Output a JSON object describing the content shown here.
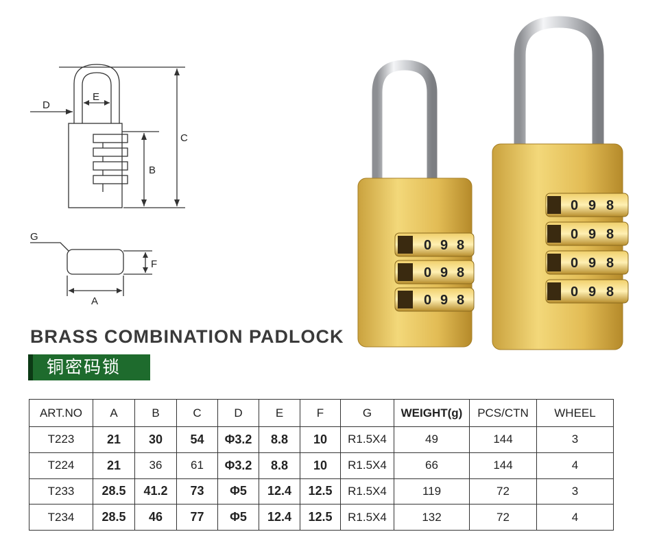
{
  "diagram": {
    "labels": {
      "A": "A",
      "B": "B",
      "C": "C",
      "D": "D",
      "E": "E",
      "F": "F",
      "G": "G"
    }
  },
  "title_en": "BRASS COMBINATION PADLOCK",
  "title_cn": "铜密码锁",
  "product": {
    "wheel_digits": [
      "0",
      "9",
      "8"
    ]
  },
  "table": {
    "headers": [
      "ART.NO",
      "A",
      "B",
      "C",
      "D",
      "E",
      "F",
      "G",
      "WEIGHT(g)",
      "PCS/CTN",
      "WHEEL"
    ],
    "rows": [
      [
        "T223",
        "21",
        "30",
        "54",
        "Φ3.2",
        "8.8",
        "10",
        "R1.5X4",
        "49",
        "144",
        "3"
      ],
      [
        "T224",
        "21",
        "36",
        "61",
        "Φ3.2",
        "8.8",
        "10",
        "R1.5X4",
        "66",
        "144",
        "4"
      ],
      [
        "T233",
        "28.5",
        "41.2",
        "73",
        "Φ5",
        "12.4",
        "12.5",
        "R1.5X4",
        "119",
        "72",
        "3"
      ],
      [
        "T234",
        "28.5",
        "46",
        "77",
        "Φ5",
        "12.4",
        "12.5",
        "R1.5X4",
        "132",
        "72",
        "4"
      ]
    ]
  }
}
